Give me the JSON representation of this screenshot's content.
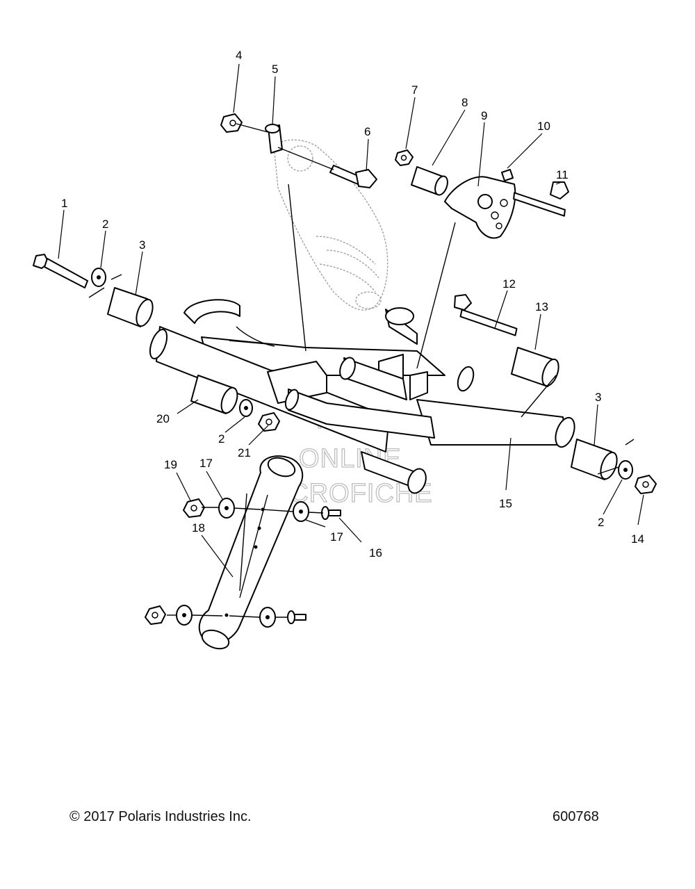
{
  "watermark": {
    "line1": "HLSM",
    "line2": "ONLINE",
    "line3": "MICROFICHE"
  },
  "footer": {
    "copyright": "© 2017 Polaris Industries Inc.",
    "figure_number": "600768"
  },
  "callouts": {
    "c1": "1",
    "c2a": "2",
    "c2b": "2",
    "c2c": "2",
    "c3a": "3",
    "c3b": "3",
    "c4": "4",
    "c5": "5",
    "c6": "6",
    "c7": "7",
    "c8": "8",
    "c9": "9",
    "c10": "10",
    "c11": "11",
    "c12": "12",
    "c13": "13",
    "c14": "14",
    "c15": "15",
    "c16": "16",
    "c17a": "17",
    "c17b": "17",
    "c18": "18",
    "c19": "19",
    "c20": "20",
    "c21": "21"
  }
}
